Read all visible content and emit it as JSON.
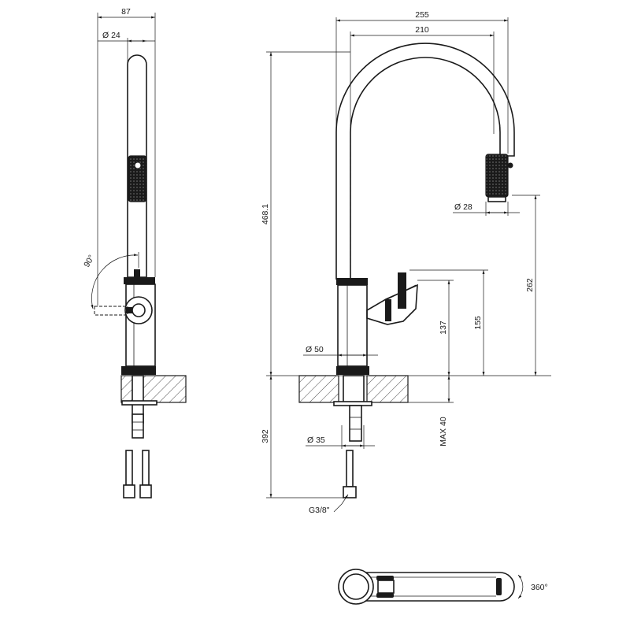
{
  "colors": {
    "ink": "#1a1a1a",
    "paper": "#ffffff"
  },
  "dimensions": {
    "side_width": "87",
    "side_diameter": "Ø 24",
    "rotation_angle": "90°",
    "front_width_outer": "255",
    "front_width_inner": "210",
    "front_height_total": "468.1",
    "spray_diameter": "Ø 28",
    "spout_height": "262",
    "lever_height": "155",
    "body_height": "137",
    "body_diameter": "Ø 50",
    "hole_diameter": "Ø 35",
    "below_counter": "392",
    "max_counter": "MAX 40",
    "thread": "G3/8\"",
    "swivel_angle": "360°"
  }
}
